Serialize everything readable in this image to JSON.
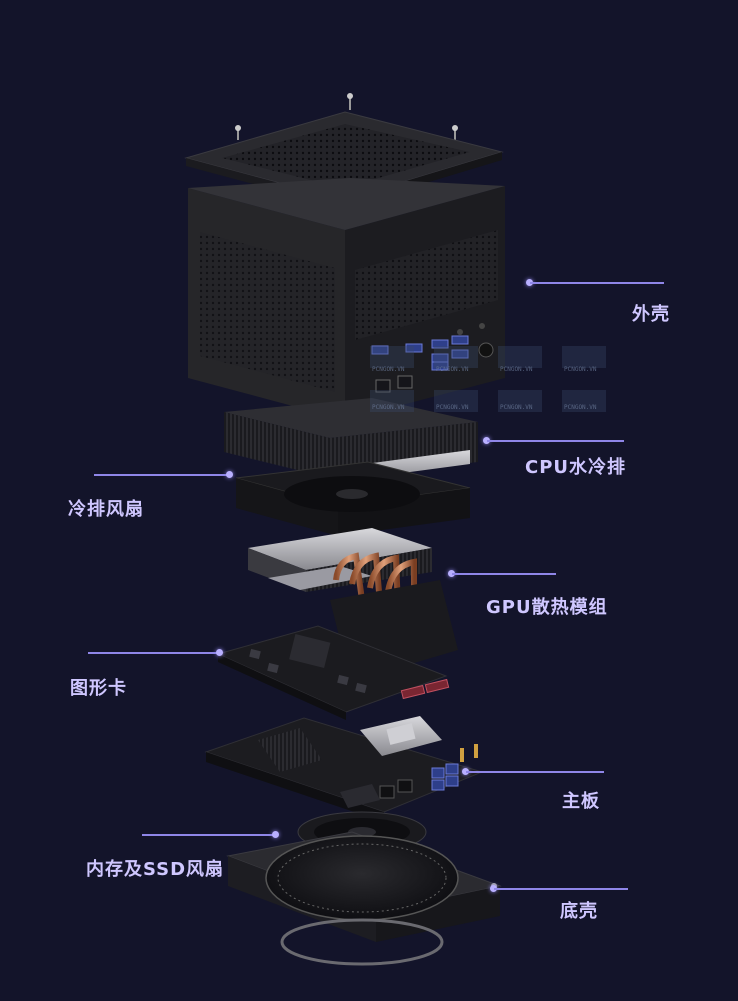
{
  "labels": {
    "shell": "外壳",
    "cpu_radiator": "CPU水冷排",
    "radiator_fan": "冷排风扇",
    "gpu_cooler": "GPU散热模组",
    "graphics_card": "图形卡",
    "motherboard": "主板",
    "memory_ssd_fan": "内存及SSD风扇",
    "bottom_shell": "底壳"
  },
  "watermark": "PCNGON.VN",
  "colors": {
    "background": "#13142a",
    "label_text": "#cfc7ff",
    "leader_line": "#8f86e8"
  }
}
